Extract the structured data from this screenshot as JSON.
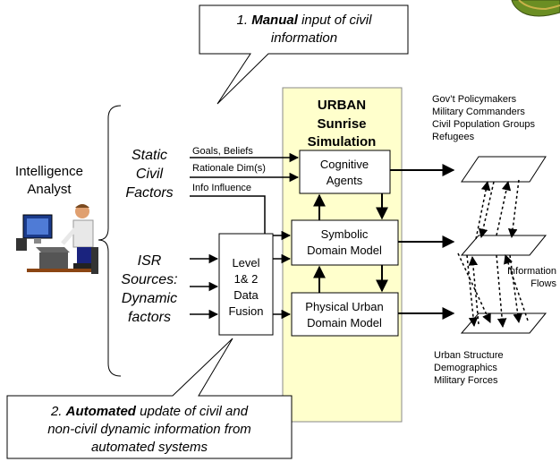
{
  "callout_manual": {
    "line1_prefix": "1. ",
    "line1_bold": "Manual",
    "line1_suffix": " input of civil",
    "line2": "information"
  },
  "callout_automated": {
    "line1_prefix": "2. ",
    "line1_bold": "Automated",
    "line1_suffix": " update of civil  and",
    "line2": "non-civil dynamic information from",
    "line3": "automated systems"
  },
  "analyst": {
    "line1": "Intelligence",
    "line2": "Analyst"
  },
  "static_factors": {
    "line1": "Static",
    "line2": "Civil",
    "line3": "Factors"
  },
  "isr_sources": {
    "line1": "ISR",
    "line2": "Sources:",
    "line3": "Dynamic",
    "line4": "factors"
  },
  "inputs": {
    "goals": "Goals, Beliefs",
    "rationale": "Rationale Dim(s)",
    "influence": "Info Influence"
  },
  "fusion": {
    "line1": "Level",
    "line2": "1& 2",
    "line3": "Data",
    "line4": "Fusion"
  },
  "simulation": {
    "title1": "URBAN",
    "title2": "Sunrise",
    "title3": "Simulation",
    "cognitive": {
      "line1": "Cognitive",
      "line2": "Agents"
    },
    "symbolic": {
      "line1": "Symbolic",
      "line2": "Domain Model"
    },
    "physical": {
      "line1": "Physical Urban",
      "line2": "Domain Model"
    }
  },
  "top_stakeholders": [
    "Gov’t Policymakers",
    "Military Commanders",
    "Civil Population Groups",
    "Refugees"
  ],
  "info_flows": {
    "line1": "Information",
    "line2": "Flows"
  },
  "bottom_labels": [
    "Urban Structure",
    "Demographics",
    "Military Forces"
  ],
  "colors": {
    "simulation_fill": "#FFFFCC",
    "box_fill": "#FFFFFF",
    "line": "#000000",
    "seal": "#6B8E23"
  }
}
